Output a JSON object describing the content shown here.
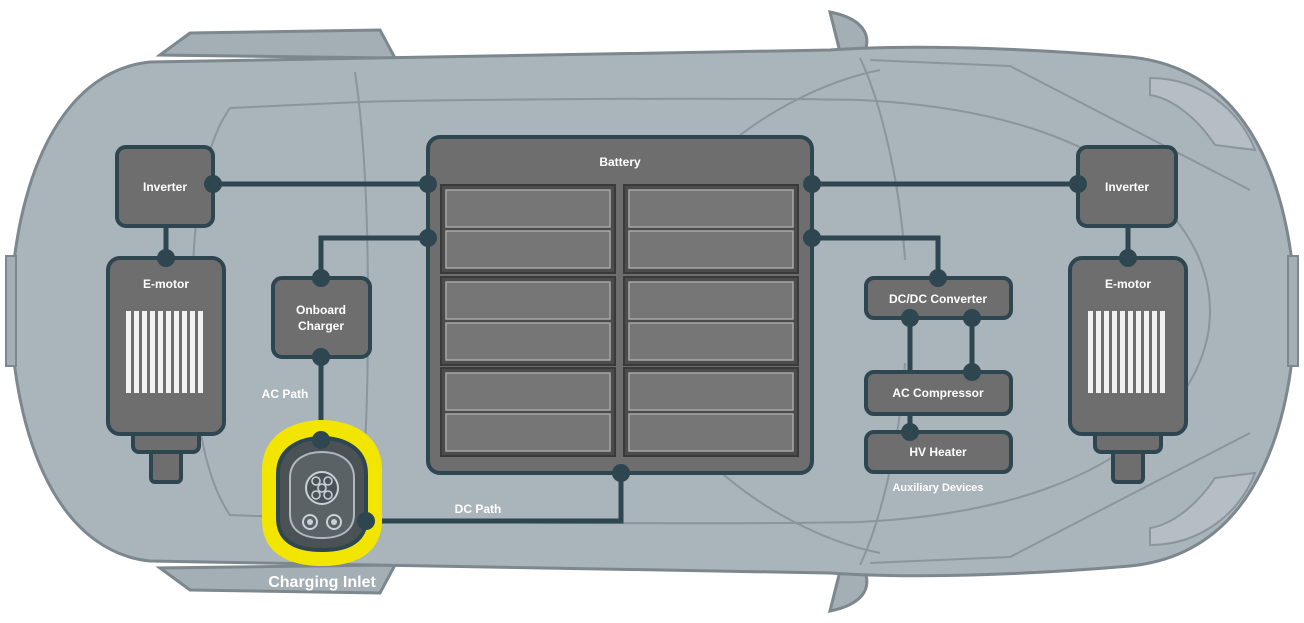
{
  "labels": {
    "inverter_left": "Inverter",
    "emotor_left": "E-motor",
    "battery": "Battery",
    "onboard_charger_line1": "Onboard",
    "onboard_charger_line2": "Charger",
    "ac_path": "AC Path",
    "dc_path": "DC Path",
    "charging_inlet": "Charging Inlet",
    "dcdc_converter": "DC/DC Converter",
    "ac_compressor": "AC Compressor",
    "hv_heater": "HV Heater",
    "auxiliary_devices": "Auxiliary Devices",
    "inverter_right": "Inverter",
    "emotor_right": "E-motor"
  },
  "colors": {
    "car_body": "#a9b4bb",
    "car_outline": "#7c878e",
    "box_fill": "#6e6e6e",
    "box_stroke": "#2e4650",
    "wire": "#2e4650",
    "cell_fill": "#767676",
    "highlight": "#f2e500"
  }
}
